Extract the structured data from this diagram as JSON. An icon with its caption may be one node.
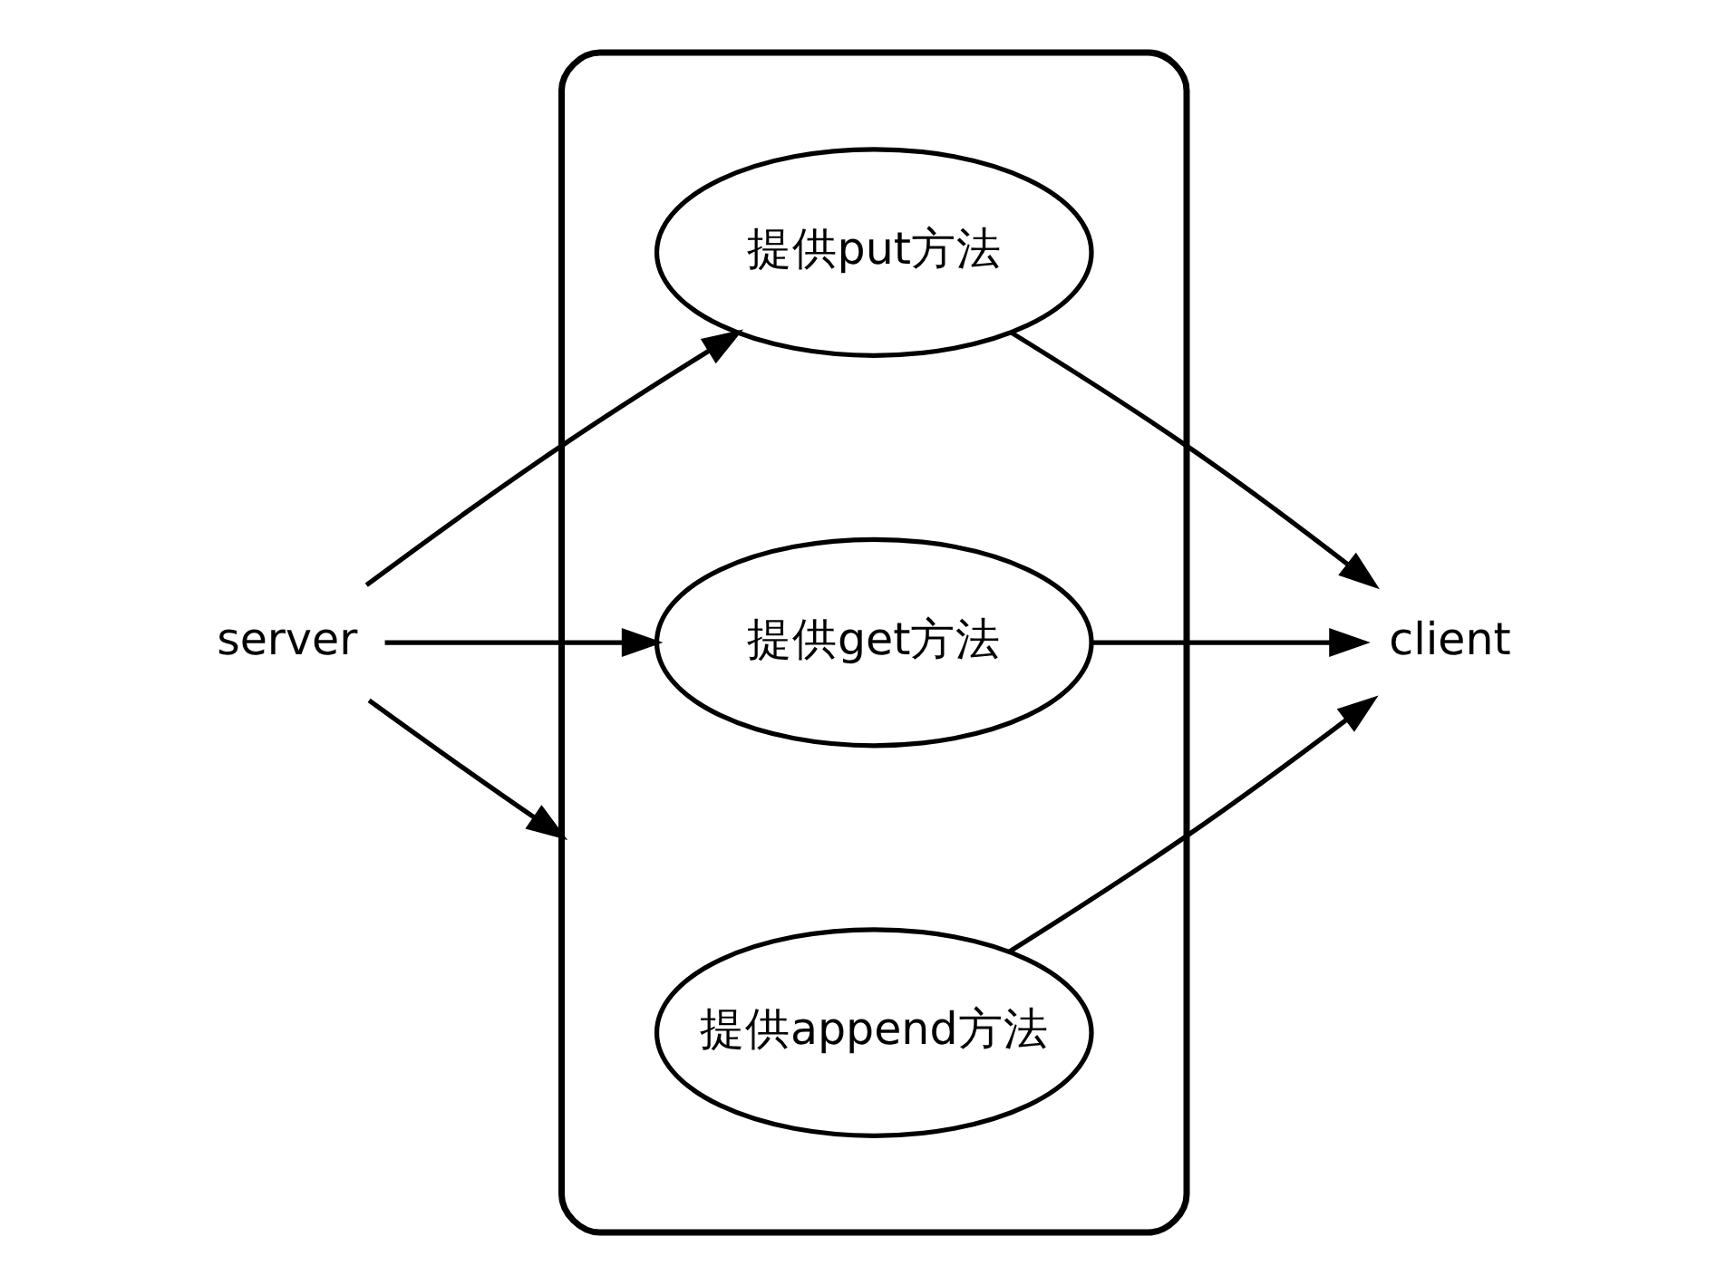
{
  "diagram": {
    "nodes": [
      {
        "text": [
          "server"
        ]
      },
      {
        "text": [],
        "shape": "box"
      },
      {
        "text": [
          "提供put方法"
        ],
        "in": 1
      },
      {
        "text": [
          "提供get方法"
        ],
        "in": 1
      },
      {
        "text": [
          "提供append方法"
        ],
        "in": 1
      },
      {
        "text": [
          "client"
        ]
      }
    ],
    "edges": [
      {
        "from": 0,
        "to": 2,
        "arrow": "to"
      },
      {
        "from": 0,
        "to": 3,
        "arrow": "to"
      },
      {
        "from": 0,
        "to": 1,
        "arrow": "to"
      },
      {
        "from": 2,
        "to": 5,
        "arrow": "to"
      },
      {
        "from": 3,
        "to": 5,
        "arrow": "to"
      },
      {
        "from": 4,
        "to": 5,
        "arrow": "to"
      }
    ]
  }
}
